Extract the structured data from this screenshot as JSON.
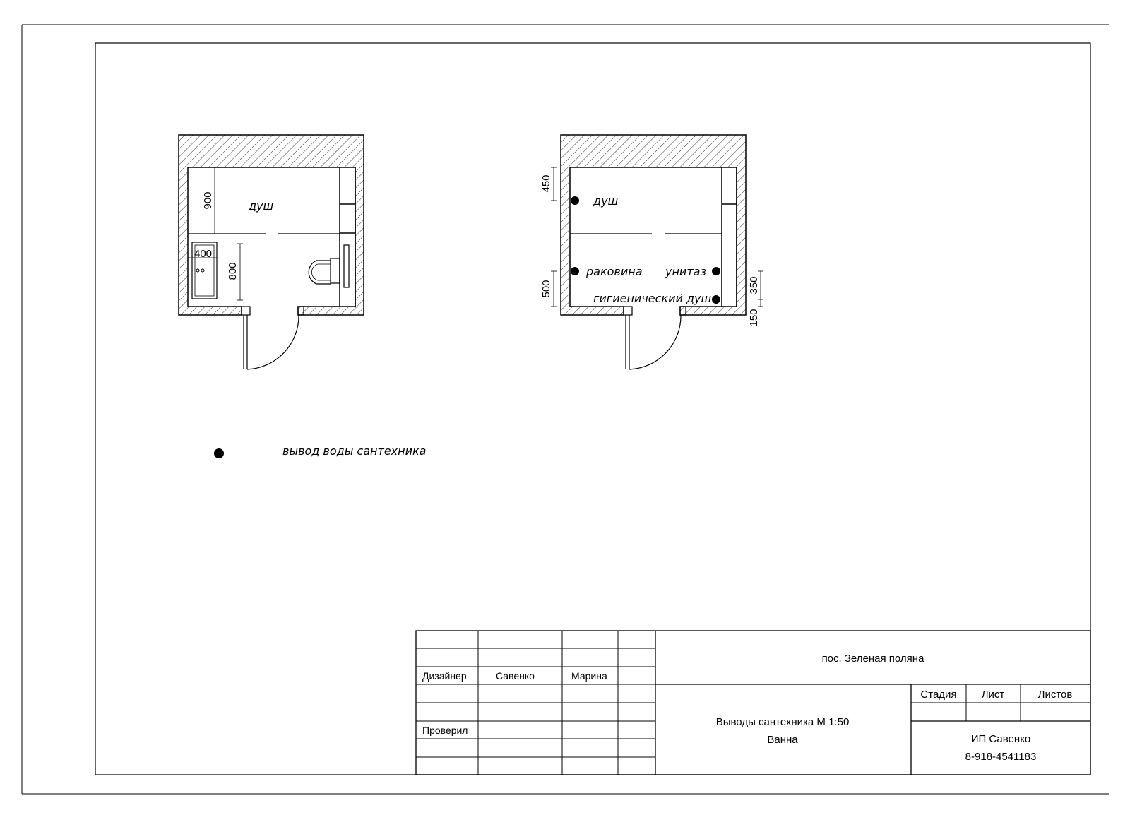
{
  "plans": {
    "left": {
      "shower_label": "душ",
      "dim_shower": "900",
      "dim_sink_width": "400",
      "dim_sink_depth": "800"
    },
    "right": {
      "shower_label": "душ",
      "sink_label": "раковина",
      "toilet_label": "унитаз",
      "bidet_shower_label": "гигиенический душ",
      "dim_shower_height": "450",
      "dim_sink_height": "500",
      "dim_bidet_height": "350",
      "dim_bidet_offset": "150"
    }
  },
  "legend": {
    "water_outlet": "вывод воды сантехника"
  },
  "title_block": {
    "designer_label": "Дизайнер",
    "designer_surname": "Савенко",
    "designer_name": "Марина",
    "checked_label": "Проверил",
    "project": "пос. Зеленая поляна",
    "sheet_title": "Выводы сантехника  М 1:50",
    "room": "Ванна",
    "stage_label": "Стадия",
    "sheet_label": "Лист",
    "sheets_label": "Листов",
    "company": "ИП Савенко",
    "phone": "8-918-4541183"
  },
  "colors": {
    "line": "#000000",
    "background": "#ffffff"
  }
}
